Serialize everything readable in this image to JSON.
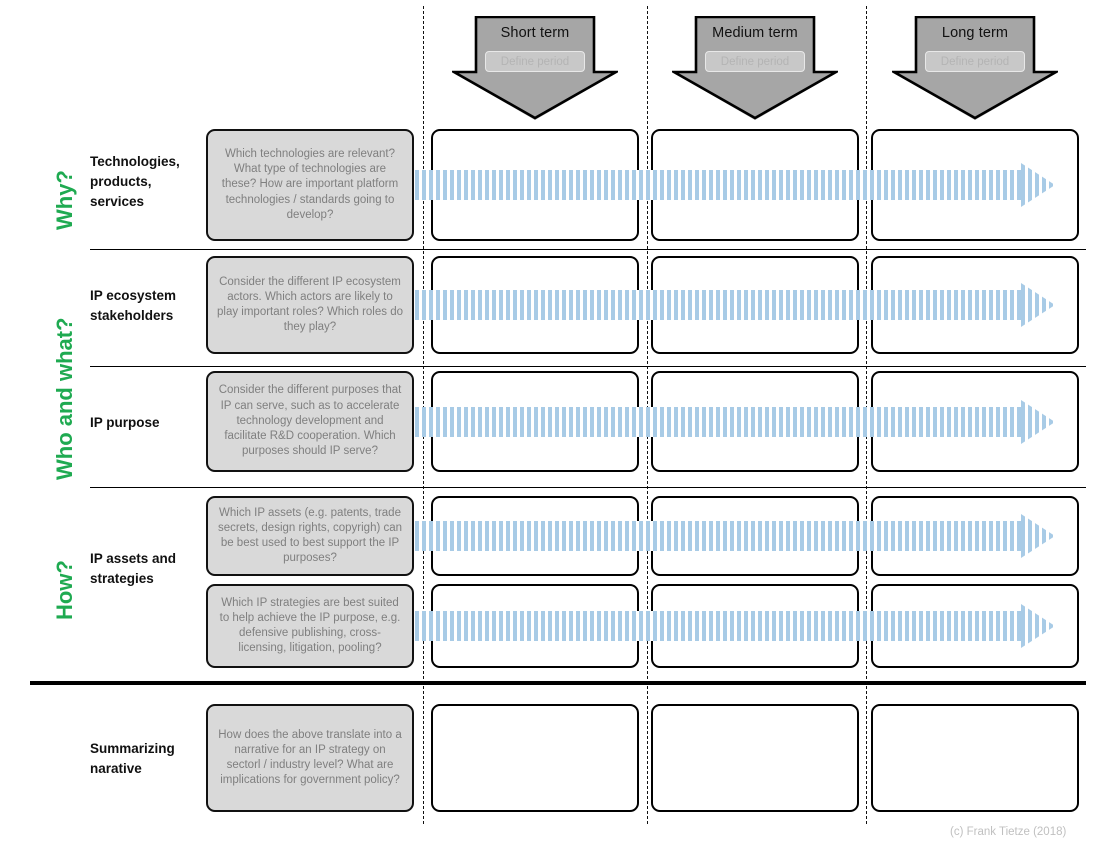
{
  "header": {
    "columns": [
      {
        "label": "Short term",
        "period_placeholder": "Define period"
      },
      {
        "label": "Medium term",
        "period_placeholder": "Define period"
      },
      {
        "label": "Long term",
        "period_placeholder": "Define period"
      }
    ]
  },
  "sections": [
    {
      "label": "Why?"
    },
    {
      "label": "Who and what?"
    },
    {
      "label": "How?"
    }
  ],
  "rows": [
    {
      "title": "Technologies, products, services",
      "prompt": "Which technologies are relevant? What type of technologies are these? How are important platform technologies / standards going to develop?"
    },
    {
      "title": "IP ecosystem stakeholders",
      "prompt": "Consider the different IP ecosystem actors. Which actors are likely to play important roles? Which roles do they play?"
    },
    {
      "title": "IP purpose",
      "prompt": "Consider the different purposes that IP can serve, such as to accelerate technology development and facilitate R&D cooperation. Which purposes should IP serve?"
    },
    {
      "title": "IP assets and strategies",
      "prompt": "Which IP assets (e.g. patents, trade secrets, design rights, copyrigh) can be best used to best support the IP purposes?"
    },
    {
      "title": "",
      "prompt": "Which IP strategies are best suited to help achieve the IP purpose, e.g. defensive publishing, cross-licensing, litigation, pooling?"
    },
    {
      "title": "Summarizing narative",
      "prompt": "How does the above translate into a narrative for an IP strategy on sectorl / industry level? What are implications for government policy?"
    }
  ],
  "credit": "(c) Frank Tietze (2018)",
  "colors": {
    "accent_green": "#1faa51",
    "arrow_grey": "#a6a6a6",
    "prompt_grey": "#d9d9d9",
    "stripe_blue": "#a8cbe6"
  }
}
